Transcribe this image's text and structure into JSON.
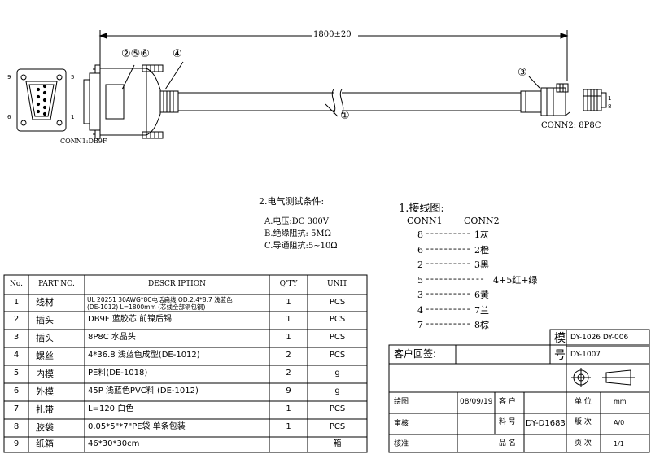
{
  "drawing": {
    "length_dim": "1800±20",
    "balloons": [
      "②⑤⑥",
      "④",
      "③",
      "①"
    ],
    "conn1_label": "CONN1:DB9F",
    "conn2_label": "CONN2: 8P8C",
    "db9_pins": [
      "9",
      "5",
      "6",
      "1"
    ],
    "rj45_pins": [
      "1",
      "8"
    ]
  },
  "electrical": {
    "title": "2.电气测试条件:",
    "lines": [
      "A.电压:DC 300V",
      "B.绝缘阻抗: 5MΩ",
      "C.导通阻抗:5~10Ω"
    ]
  },
  "wiring": {
    "title": "1.接线图:",
    "col1": "CONN1",
    "col2": "CONN2",
    "rows": [
      {
        "left": "8",
        "right": "1灰"
      },
      {
        "left": "6",
        "right": "2橙"
      },
      {
        "left": "2",
        "right": "3黑"
      },
      {
        "left": "5",
        "right": "4+5红+绿"
      },
      {
        "left": "3",
        "right": "6黄"
      },
      {
        "left": "4",
        "right": "7兰"
      },
      {
        "left": "7",
        "right": "8棕"
      }
    ]
  },
  "bom": {
    "headers": [
      "No.",
      "PART NO.",
      "DESCR IPTION",
      "Q'TY",
      "UNIT"
    ],
    "rows": [
      {
        "no": "1",
        "part": "线材",
        "desc1": "UL 20251 30AWG*8C电话扁线 OD:2.4*8.7 浅蓝色",
        "desc2": "(DE-1012)  L=1800mm (芯线全部铜包钢)",
        "qty": "1",
        "unit": "PCS"
      },
      {
        "no": "2",
        "part": "插头",
        "desc1": "DB9F   蓝胶芯  前镍后锡",
        "desc2": "",
        "qty": "1",
        "unit": "PCS"
      },
      {
        "no": "3",
        "part": "插头",
        "desc1": "8P8C 水晶头",
        "desc2": "",
        "qty": "1",
        "unit": "PCS"
      },
      {
        "no": "4",
        "part": "螺丝",
        "desc1": "4*36.8 浅蓝色成型(DE-1012)",
        "desc2": "",
        "qty": "2",
        "unit": "PCS"
      },
      {
        "no": "5",
        "part": "内模",
        "desc1": "PE料(DE-1018)",
        "desc2": "",
        "qty": "2",
        "unit": "g"
      },
      {
        "no": "6",
        "part": "外模",
        "desc1": "45P 浅蓝色PVC料 (DE-1012)",
        "desc2": "",
        "qty": "9",
        "unit": "g"
      },
      {
        "no": "7",
        "part": "扎带",
        "desc1": "L=120 白色",
        "desc2": "",
        "qty": "1",
        "unit": "PCS"
      },
      {
        "no": "8",
        "part": "胶袋",
        "desc1": "0.05*5\"*7\"PE袋 单条包装",
        "desc2": "",
        "qty": "1",
        "unit": "PCS"
      },
      {
        "no": "9",
        "part": "纸箱",
        "desc1": "46*30*30cm",
        "desc2": "",
        "qty": "",
        "unit": "箱"
      }
    ]
  },
  "titleblock": {
    "mold_label": [
      "模",
      "号"
    ],
    "mold_values": [
      "DY-1026 DY-006",
      "DY-1007"
    ],
    "customer_sign": "客户回签:",
    "drawn_label": "绘图",
    "date": "08/09/19",
    "customer_label": "客 户",
    "unit_label": "单 位",
    "unit_value": "mm",
    "review_label": "审核",
    "part_no_label": "料 号",
    "part_no_value": "DY-D1683",
    "version_label": "版 次",
    "version_value": "A/0",
    "approve_label": "核准",
    "name_label": "品 名",
    "page_label": "页 次",
    "page_value": "1/1"
  }
}
